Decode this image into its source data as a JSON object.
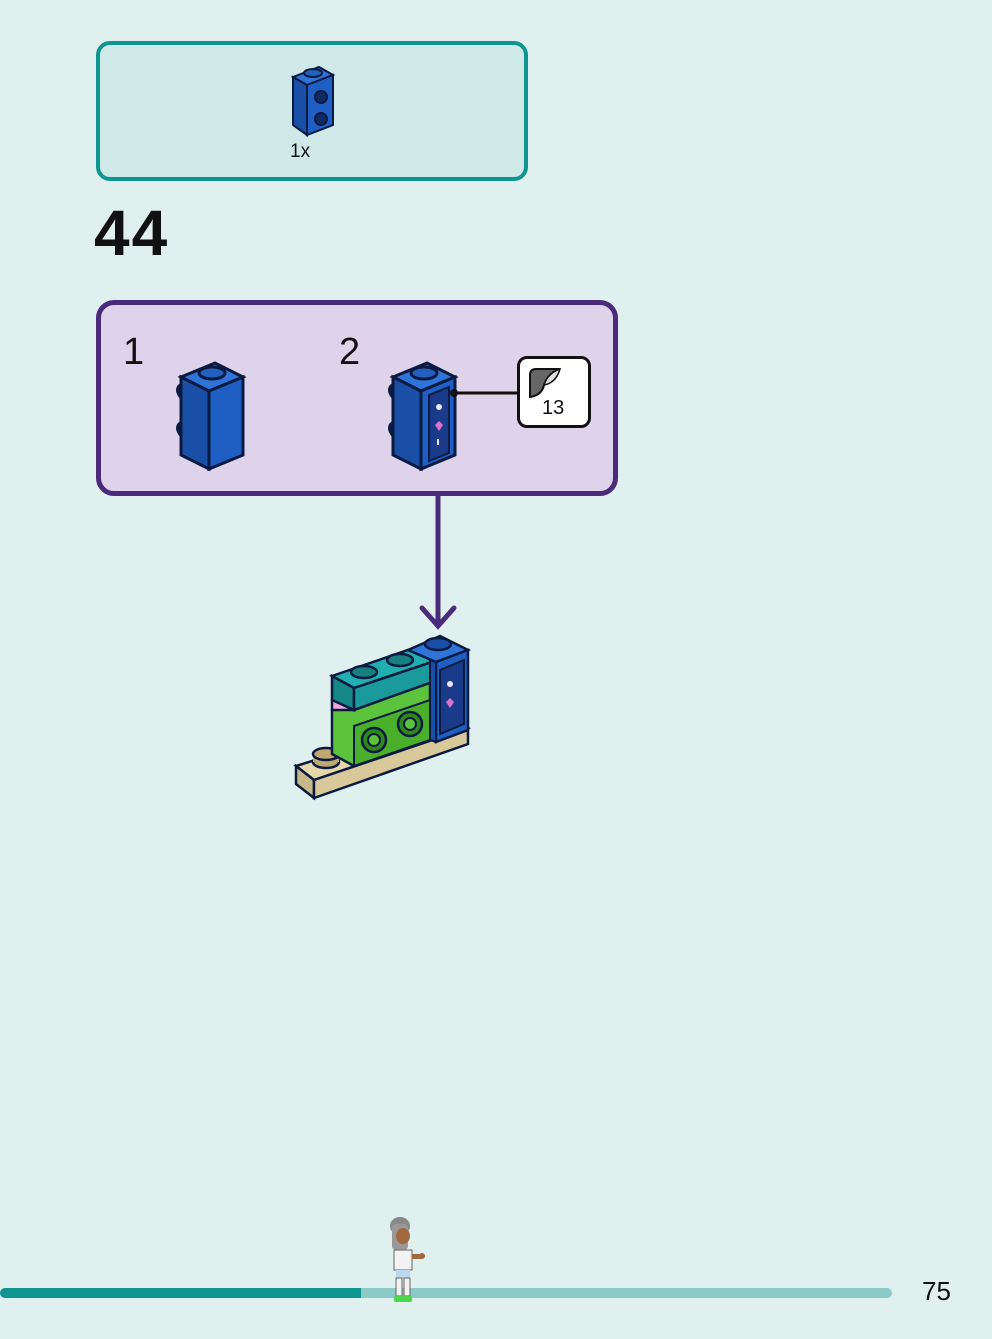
{
  "parts_list": {
    "quantity": "1x"
  },
  "step": {
    "number": "44"
  },
  "substeps": [
    {
      "label": "1"
    },
    {
      "label": "2"
    }
  ],
  "sticker": {
    "number": "13"
  },
  "page": {
    "number": "75",
    "progress": 0.405
  },
  "colors": {
    "brick_blue": "#1f5fc4",
    "parts_border": "#0e9590",
    "substep_border": "#4a2a7a",
    "substep_bg": "#ded3ea",
    "teal_brick": "#1a9a9a",
    "green_brick": "#5cc43c",
    "pink_tile": "#f4a6d6",
    "tan_plate": "#d8c89a"
  }
}
